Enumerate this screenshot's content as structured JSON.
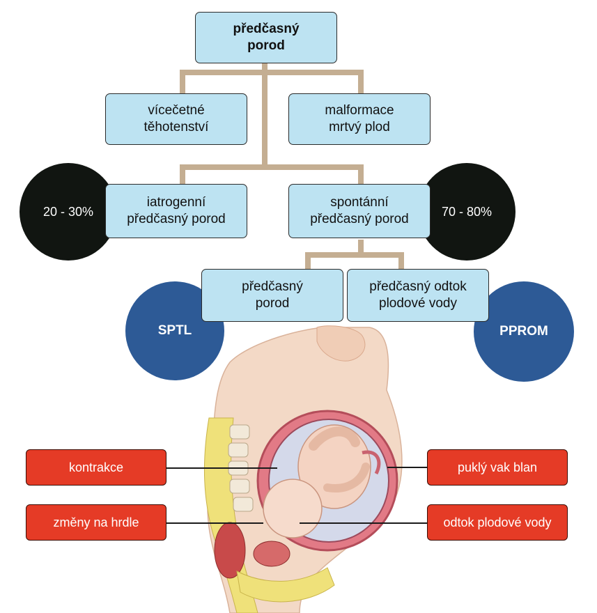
{
  "diagram": {
    "root": "předčasný\nporod",
    "causes": {
      "left": "vícečetné\ntěhotenství",
      "right": "malformace\nmrtvý plod"
    },
    "types": {
      "left": "iatrogenní\npředčasný porod",
      "right": "spontánní\npředčasný porod"
    },
    "subtypes": {
      "left": "předčasný\nporod",
      "right": "předčasný odtok\nplodové vody"
    },
    "percentages": {
      "left": "20 - 30%",
      "right": "70 - 80%"
    },
    "abbreviations": {
      "left": "SPTL",
      "right": "PPROM"
    },
    "labels": {
      "contractions": "kontrakce",
      "cervix_changes": "změny na hrdle",
      "ruptured_membranes": "puklý vak blan",
      "amniotic_leak": "odtok plodové vody"
    }
  },
  "colors": {
    "box_fill": "#bde3f2",
    "connector": "#c4ae92",
    "percent_circle": "#111511",
    "abbrev_circle": "#2d5a96",
    "label_fill": "#e53b26"
  }
}
